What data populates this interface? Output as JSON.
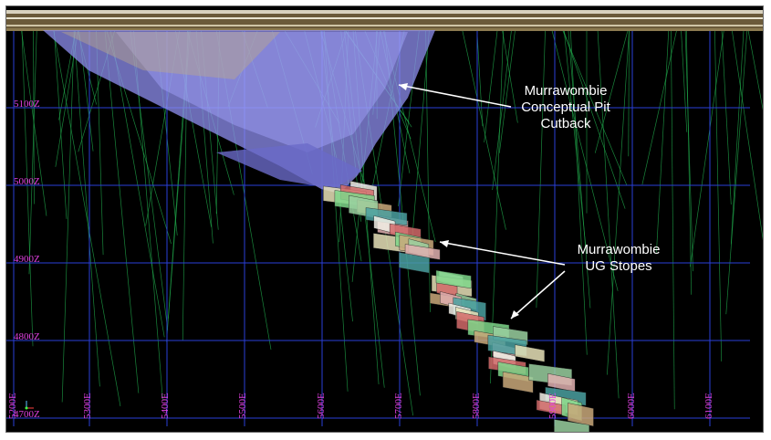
{
  "colors": {
    "background": "#000000",
    "grid": "#2a3fd8",
    "label": "#e040e0",
    "pit": "#7f7fd6",
    "drillhole": "#1fa64a",
    "callout_text": "#ffffff"
  },
  "elevation_labels": [
    "5100Z",
    "5000Z",
    "4900Z",
    "4800Z",
    "4700Z"
  ],
  "easting_labels": [
    "5200E",
    "5300E",
    "5400E",
    "5500E",
    "5600E",
    "5700E",
    "5800E",
    "5900E",
    "6000E",
    "6100E"
  ],
  "callouts": {
    "pit": {
      "line1": "Murrawombie",
      "line2": "Conceptual Pit",
      "line3": "Cutback"
    },
    "stopes": {
      "line1": "Murrawombie",
      "line2": "UG Stopes"
    }
  },
  "icons": {
    "axis_triad": "axis-triad-icon"
  }
}
